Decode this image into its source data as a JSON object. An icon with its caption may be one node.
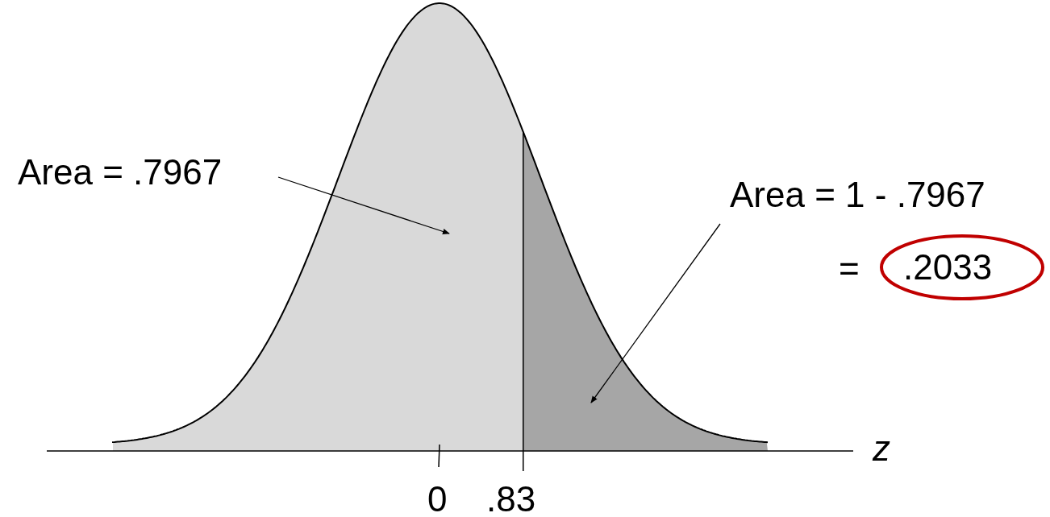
{
  "diagram": {
    "nodes": [
      {
        "text": [
          "Area = .7967"
        ]
      },
      {
        "text": [
          "Area = 1 - .7967"
        ]
      },
      {
        "text": [
          ".2033"
        ]
      },
      {
        "text": [],
        "shape": "region"
      },
      {
        "text": [],
        "shape": "region"
      }
    ],
    "edges": [
      {
        "from": 0,
        "to": 3,
        "arrow": "to"
      },
      {
        "from": 1,
        "to": 4,
        "arrow": "to"
      }
    ],
    "labels": [
      "=",
      "z",
      "0",
      ".83"
    ]
  }
}
